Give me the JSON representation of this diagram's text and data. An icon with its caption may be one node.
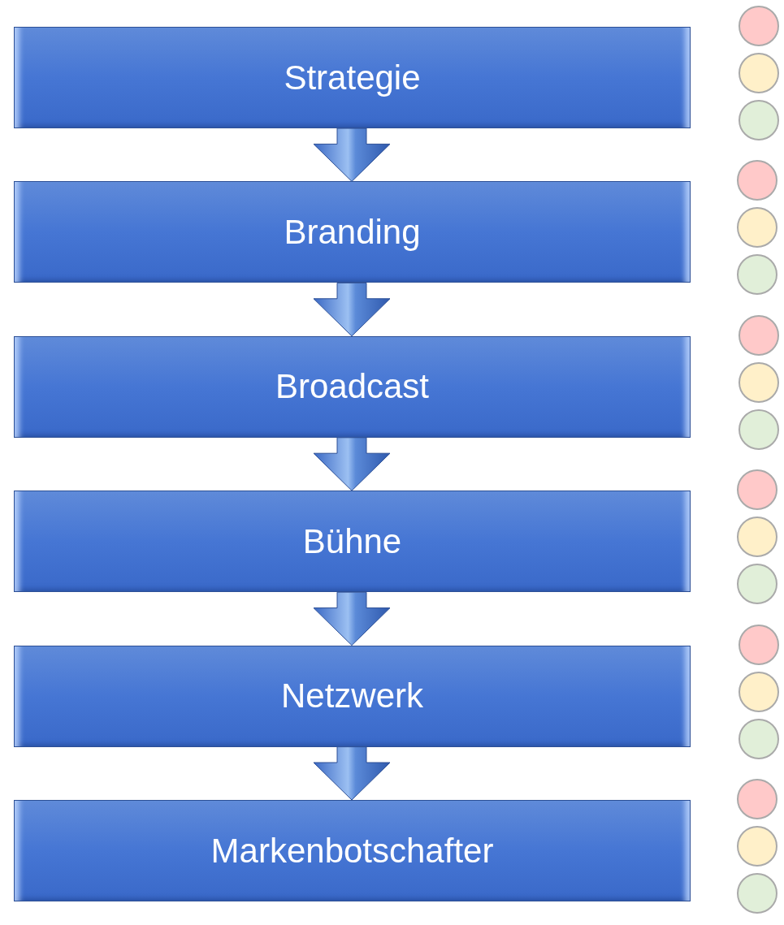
{
  "diagram": {
    "nodes": [
      {
        "text": [
          "Strategie"
        ]
      },
      {
        "text": [
          "Branding"
        ]
      },
      {
        "text": [
          "Broadcast"
        ]
      },
      {
        "text": [
          "Bühne"
        ]
      },
      {
        "text": [
          "Netzwerk"
        ]
      },
      {
        "text": [
          "Markenbotschafter"
        ]
      }
    ],
    "edges": [
      {
        "from": 0,
        "to": 1,
        "arrow": "to"
      },
      {
        "from": 1,
        "to": 2,
        "arrow": "to"
      },
      {
        "from": 2,
        "to": 3,
        "arrow": "to"
      },
      {
        "from": 3,
        "to": 4,
        "arrow": "to"
      },
      {
        "from": 4,
        "to": 5,
        "arrow": "to"
      }
    ]
  }
}
